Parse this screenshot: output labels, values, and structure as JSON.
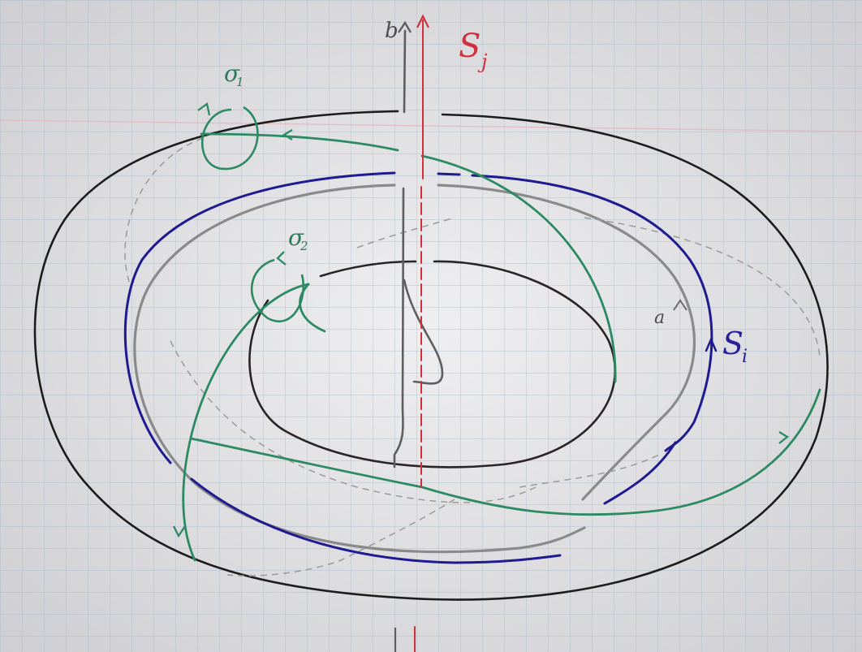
{
  "labels": {
    "b": "b",
    "a": "a",
    "s_j_main": "S",
    "s_j_sub": "j",
    "s_i_main": "S",
    "s_i_sub": "i",
    "sigma1_main": "σ",
    "sigma1_sub": "1",
    "sigma2_main": "σ",
    "sigma2_sub": "2"
  },
  "colors": {
    "paper": "#e6e6e8",
    "grid": "#9eb2c4",
    "margin_line": "#e3b7be",
    "pencil": "#1c1c1c",
    "graphite": "#8a8a8a",
    "dashed": "#9a9a9a",
    "blue_curve": "#1f1a8f",
    "green_curve": "#2c8a62",
    "red_axis": "#d0303e",
    "blue_label": "#2a1f9a",
    "red_label": "#d0303e",
    "green_label": "#2c7a5a"
  }
}
